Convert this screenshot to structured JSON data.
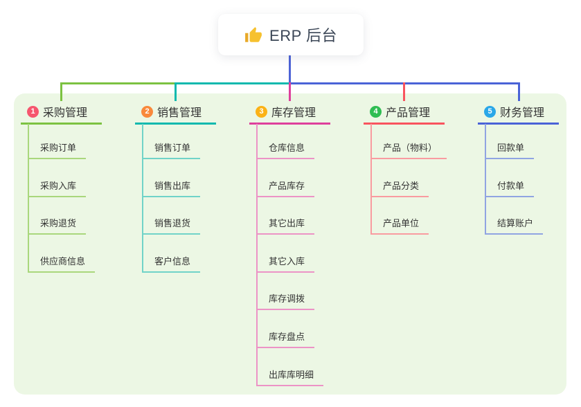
{
  "root": {
    "label": "ERP 后台",
    "icon": "thumbs-up-icon"
  },
  "branches": [
    {
      "badge": "1",
      "label": "采购管理",
      "color": "#7cc241",
      "light_color": "#a9d77c",
      "badge_color": "#f6566e",
      "children": [
        "采购订单",
        "采购入库",
        "采购退货",
        "供应商信息"
      ]
    },
    {
      "badge": "2",
      "label": "销售管理",
      "color": "#0db9ae",
      "light_color": "#70d3c8",
      "badge_color": "#f9893b",
      "children": [
        "销售订单",
        "销售出库",
        "销售退货",
        "客户信息"
      ]
    },
    {
      "badge": "3",
      "label": "库存管理",
      "color": "#de3f9c",
      "light_color": "#ec93c6",
      "badge_color": "#fbb216",
      "children": [
        "仓库信息",
        "产品库存",
        "其它出库",
        "其它入库",
        "库存调拨",
        "库存盘点",
        "出库库明细"
      ]
    },
    {
      "badge": "4",
      "label": "产品管理",
      "color": "#f9545e",
      "light_color": "#f99ba0",
      "badge_color": "#2fbd52",
      "children": [
        "产品（物料）",
        "产品分类",
        "产品单位"
      ]
    },
    {
      "badge": "5",
      "label": "财务管理",
      "color": "#4a63d7",
      "light_color": "#90a4e2",
      "badge_color": "#2aa7e8",
      "children": [
        "回款单",
        "付款单",
        "结算账户"
      ]
    }
  ],
  "colors": {
    "canvas_bg": "#ffffff",
    "panel_bg": "#ecf7e4",
    "root_connector": "#4d63d6",
    "text": "#333333",
    "root_text": "#3b4656",
    "thumb_icon": "#f6c12f"
  }
}
